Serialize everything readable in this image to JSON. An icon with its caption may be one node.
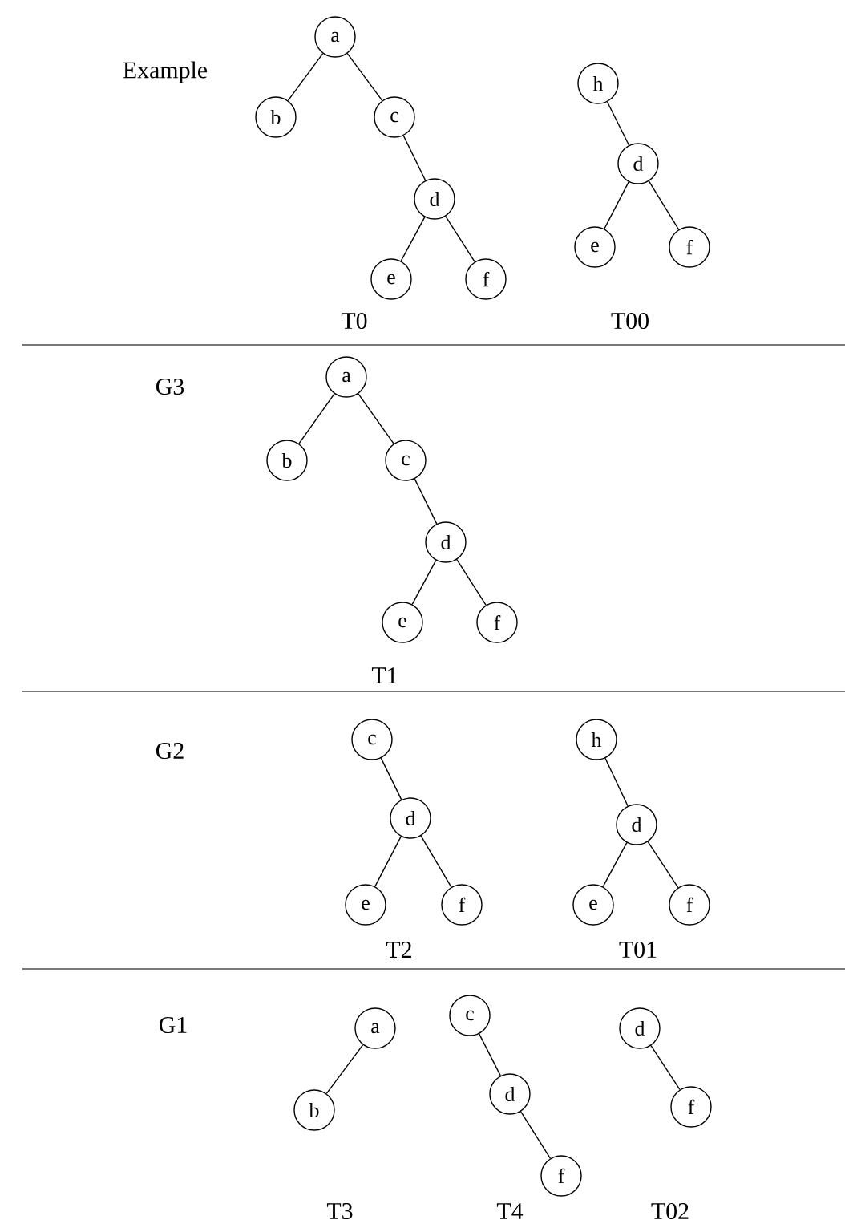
{
  "diagram": {
    "nodes": [
      {
        "text": [
          "a"
        ]
      },
      {
        "text": [
          "b"
        ]
      },
      {
        "text": [
          "c"
        ]
      },
      {
        "text": [
          "d"
        ]
      },
      {
        "text": [
          "e"
        ]
      },
      {
        "text": [
          "f"
        ]
      },
      {
        "text": [
          "h"
        ]
      },
      {
        "text": [
          "d"
        ]
      },
      {
        "text": [
          "e"
        ]
      },
      {
        "text": [
          "f"
        ]
      },
      {
        "text": [
          "a"
        ]
      },
      {
        "text": [
          "b"
        ]
      },
      {
        "text": [
          "c"
        ]
      },
      {
        "text": [
          "d"
        ]
      },
      {
        "text": [
          "e"
        ]
      },
      {
        "text": [
          "f"
        ]
      },
      {
        "text": [
          "c"
        ]
      },
      {
        "text": [
          "d"
        ]
      },
      {
        "text": [
          "e"
        ]
      },
      {
        "text": [
          "f"
        ]
      },
      {
        "text": [
          "h"
        ]
      },
      {
        "text": [
          "d"
        ]
      },
      {
        "text": [
          "e"
        ]
      },
      {
        "text": [
          "f"
        ]
      },
      {
        "text": [
          "a"
        ]
      },
      {
        "text": [
          "b"
        ]
      },
      {
        "text": [
          "c"
        ]
      },
      {
        "text": [
          "d"
        ]
      },
      {
        "text": [
          "f"
        ]
      },
      {
        "text": [
          "d"
        ]
      },
      {
        "text": [
          "f"
        ]
      }
    ],
    "edges": [
      {
        "from": 0,
        "to": 1,
        "arrow": "none"
      },
      {
        "from": 0,
        "to": 2,
        "arrow": "none"
      },
      {
        "from": 2,
        "to": 3,
        "arrow": "none"
      },
      {
        "from": 3,
        "to": 4,
        "arrow": "none"
      },
      {
        "from": 3,
        "to": 5,
        "arrow": "none"
      },
      {
        "from": 6,
        "to": 7,
        "arrow": "none"
      },
      {
        "from": 7,
        "to": 8,
        "arrow": "none"
      },
      {
        "from": 7,
        "to": 9,
        "arrow": "none"
      },
      {
        "from": 10,
        "to": 11,
        "arrow": "none"
      },
      {
        "from": 10,
        "to": 12,
        "arrow": "none"
      },
      {
        "from": 12,
        "to": 13,
        "arrow": "none"
      },
      {
        "from": 13,
        "to": 14,
        "arrow": "none"
      },
      {
        "from": 13,
        "to": 15,
        "arrow": "none"
      },
      {
        "from": 16,
        "to": 17,
        "arrow": "none"
      },
      {
        "from": 17,
        "to": 18,
        "arrow": "none"
      },
      {
        "from": 17,
        "to": 19,
        "arrow": "none"
      },
      {
        "from": 20,
        "to": 21,
        "arrow": "none"
      },
      {
        "from": 21,
        "to": 22,
        "arrow": "none"
      },
      {
        "from": 21,
        "to": 23,
        "arrow": "none"
      },
      {
        "from": 24,
        "to": 25,
        "arrow": "none"
      },
      {
        "from": 26,
        "to": 27,
        "arrow": "none"
      },
      {
        "from": 27,
        "to": 28,
        "arrow": "none"
      },
      {
        "from": 29,
        "to": 30,
        "arrow": "none"
      }
    ],
    "labels": [
      "Example",
      "T0",
      "T00",
      "G3",
      "T1",
      "G2",
      "T2",
      "T01",
      "G1",
      "T3",
      "T4",
      "T02"
    ]
  }
}
